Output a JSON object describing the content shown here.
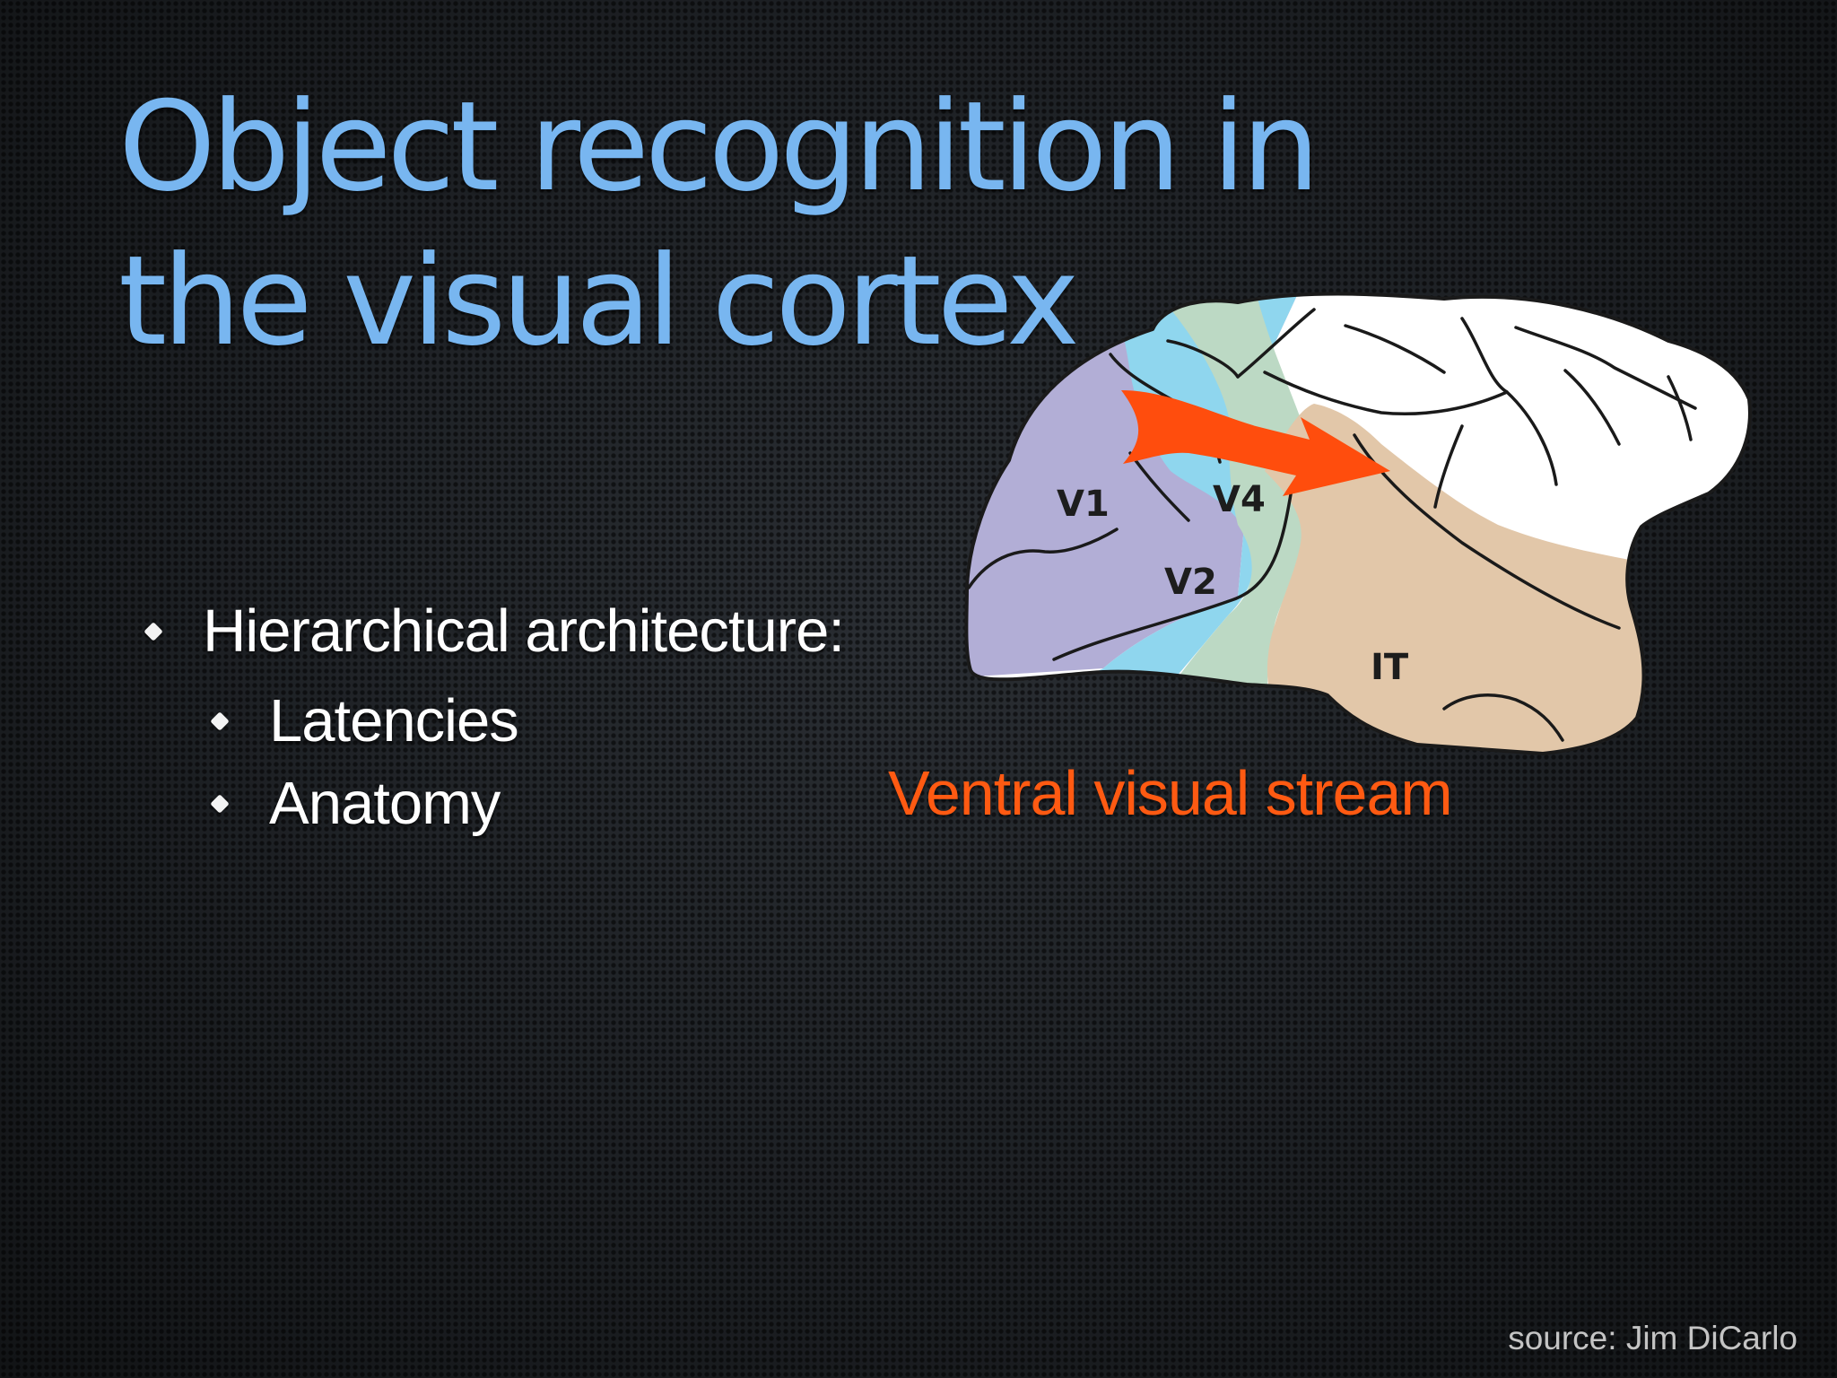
{
  "slide": {
    "title": "Object recognition in the visual cortex",
    "bullets": [
      {
        "text": "Hierarchical architecture:",
        "subitems": [
          "Latencies",
          "Anatomy"
        ]
      }
    ],
    "figure": {
      "region_labels": {
        "v1": "V1",
        "v2": "V2",
        "v4": "V4",
        "it": "IT"
      },
      "colors": {
        "v1": "#b2aed6",
        "v2": "#8fd6ee",
        "v4": "#bcd9c4",
        "it": "#e2c7a9",
        "arrow": "#ff4d0d",
        "cortex": "#ffffff"
      }
    },
    "caption": "Ventral visual stream",
    "source": "source: Jim DiCarlo",
    "colors": {
      "title": "#78b6f0",
      "body_text": "#ffffff",
      "caption": "#ff5a12",
      "source": "#c4c4c4"
    }
  }
}
